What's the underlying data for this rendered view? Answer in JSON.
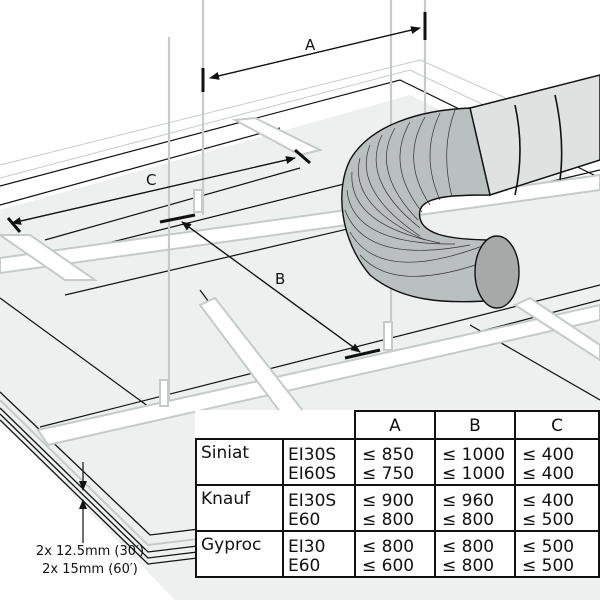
{
  "diagram": {
    "dimension_labels": {
      "a": "A",
      "b": "B",
      "c": "C"
    },
    "board_thickness": [
      "2x 12.5mm (30′)",
      "2x 15mm (60′)"
    ],
    "colors": {
      "board": "#eef0ef",
      "rail": "#c5cbc8",
      "duct_flex": "#b9c0bf",
      "duct_rigid": "#dfe2e1",
      "duct_opening": "#a7a9a9",
      "line": "#111111"
    }
  },
  "table": {
    "headers": [
      "A",
      "B",
      "C"
    ],
    "rows": [
      {
        "brand": "Siniat",
        "classes": [
          "EI30S",
          "EI60S"
        ],
        "a": [
          "≤ 850",
          "≤ 750"
        ],
        "b": [
          "≤ 1000",
          "≤ 1000"
        ],
        "c": [
          "≤ 400",
          "≤ 400"
        ]
      },
      {
        "brand": "Knauf",
        "classes": [
          "EI30S",
          "E60"
        ],
        "a": [
          "≤ 900",
          "≤ 800"
        ],
        "b": [
          "≤ 960",
          "≤ 800"
        ],
        "c": [
          "≤ 400",
          "≤ 500"
        ]
      },
      {
        "brand": "Gyproc",
        "classes": [
          "EI30",
          "E60"
        ],
        "a": [
          "≤ 800",
          "≤ 600"
        ],
        "b": [
          "≤ 800",
          "≤ 800"
        ],
        "c": [
          "≤ 500",
          "≤ 500"
        ]
      }
    ]
  }
}
